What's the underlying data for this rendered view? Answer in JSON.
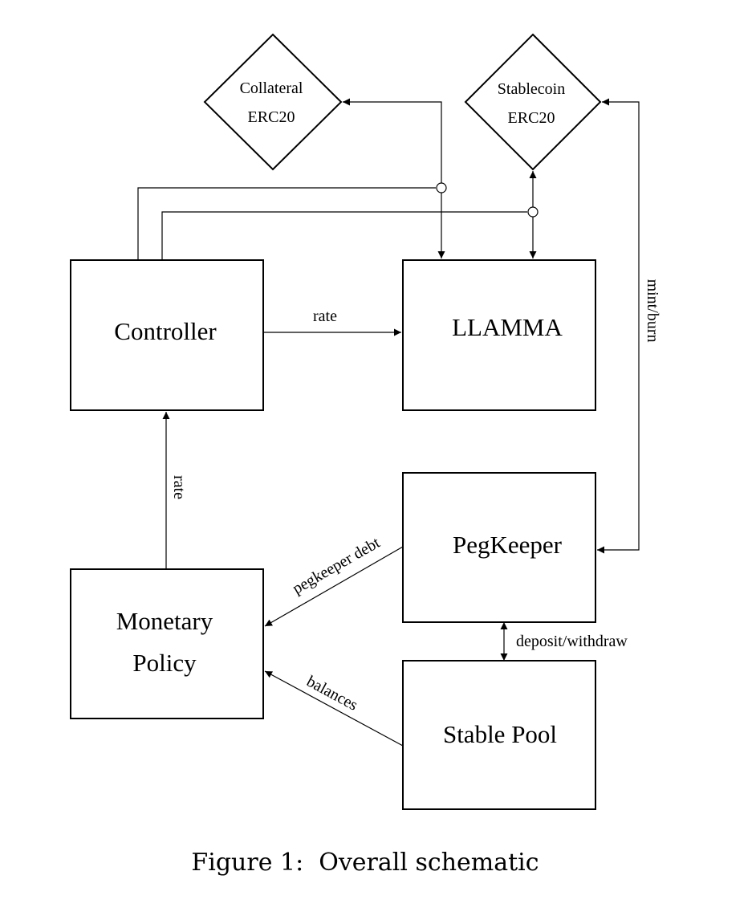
{
  "nodes": {
    "collateral": {
      "line1": "Collateral",
      "line2": "ERC20"
    },
    "stablecoin": {
      "line1": "Stablecoin",
      "line2": "ERC20"
    },
    "controller": "Controller",
    "llamma": "LLAMMA",
    "pegkeeper": "PegKeeper",
    "monetary_policy": {
      "line1": "Monetary",
      "line2": "Policy"
    },
    "stable_pool": "Stable Pool"
  },
  "edges": {
    "controller_to_llamma": "rate",
    "policy_to_controller": "rate",
    "stablecoin_to_pegkeeper": "mint/burn",
    "pegkeeper_to_policy": "pegkeeper debt",
    "pool_to_policy": "balances",
    "pegkeeper_pool": "deposit/withdraw"
  },
  "caption": "Figure 1:  Overall schematic"
}
